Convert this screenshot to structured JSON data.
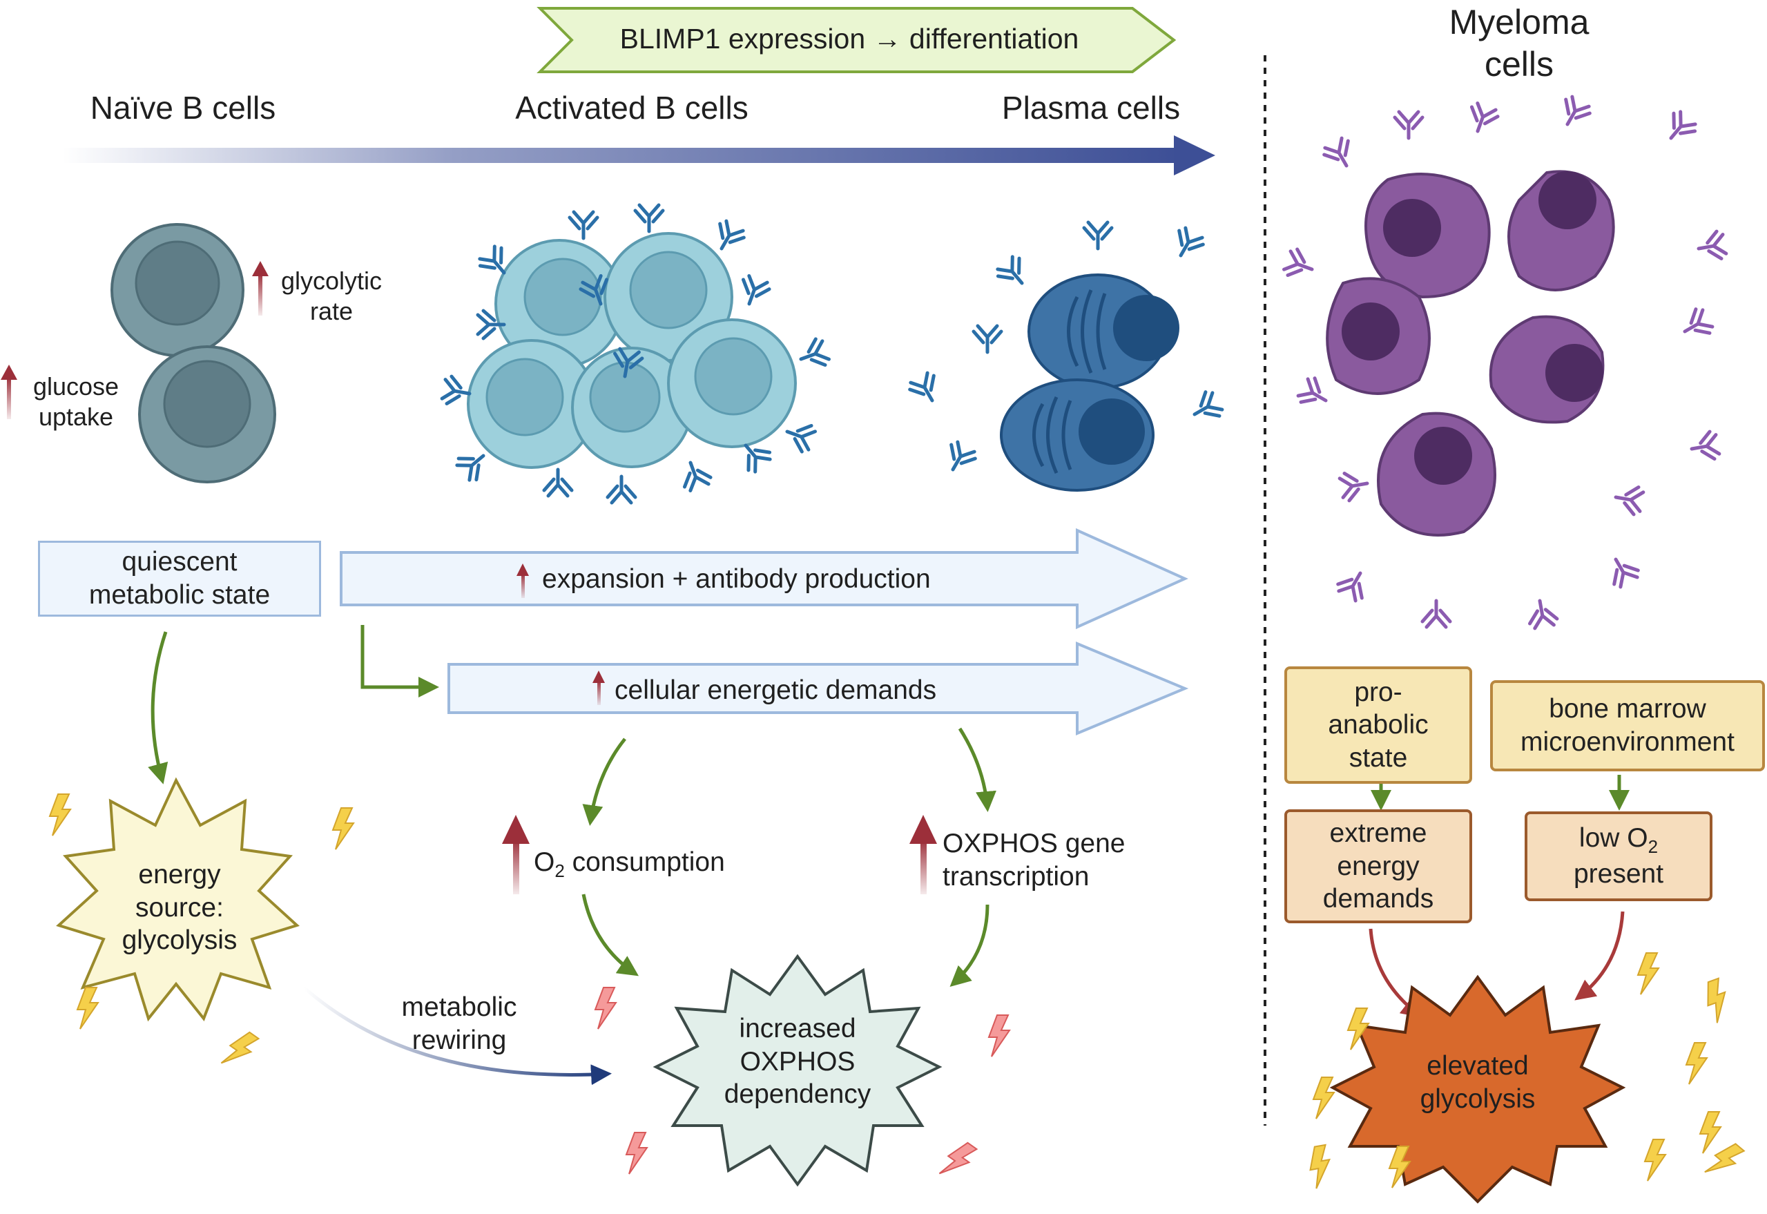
{
  "banner": "BLIMP1 expression → differentiation",
  "stages": {
    "naive": "Naïve B cells",
    "activated": "Activated B cells",
    "plasma": "Plasma cells",
    "myeloma_line1": "Myeloma",
    "myeloma_line2": "cells"
  },
  "naive_labels": {
    "glycolytic_1": "glycolytic",
    "glycolytic_2": "rate",
    "glucose_1": "glucose",
    "glucose_2": "uptake"
  },
  "boxes": {
    "quiescent_1": "quiescent",
    "quiescent_2": "metabolic state",
    "expansion": "expansion + antibody production",
    "energetic": "cellular energetic demands",
    "pro_1": "pro-",
    "pro_2": "anabolic",
    "pro_3": "state",
    "bone_1": "bone marrow",
    "bone_2": "microenvironment",
    "extreme_1": "extreme",
    "extreme_2": "energy",
    "extreme_3": "demands",
    "lowo2_1": "low O",
    "lowo2_sub": "2",
    "lowo2_2": "present"
  },
  "mid_labels": {
    "o2_pre": "O",
    "o2_sub": "2",
    "o2_post": " consumption",
    "oxphos_1": "OXPHOS gene",
    "oxphos_2": "transcription",
    "rewiring_1": "metabolic",
    "rewiring_2": "rewiring"
  },
  "bursts": {
    "glycolysis_1": "energy",
    "glycolysis_2": "source:",
    "glycolysis_3": "glycolysis",
    "oxphos_1": "increased",
    "oxphos_2": "OXPHOS",
    "oxphos_3": "dependency",
    "elevated_1": "elevated",
    "elevated_2": "glycolysis"
  },
  "colors": {
    "timeline": "#3d4f96",
    "up_arrow": "#9c2f3a",
    "green_arrow": "#5b8a2a",
    "navy_arrow": "#1f3a7a",
    "red_arrow": "#a83a3a",
    "naive_cell": "#7a9aa3",
    "activated_cell": "#9dd0dc",
    "plasma_cell": "#3e73a6",
    "myeloma_cell": "#8a5a9e",
    "antibody_blue": "#2a6fa8",
    "antibody_purple": "#8b5bb0",
    "lightning_yellow": "#f5d04a",
    "lightning_red": "#f28b8b"
  }
}
